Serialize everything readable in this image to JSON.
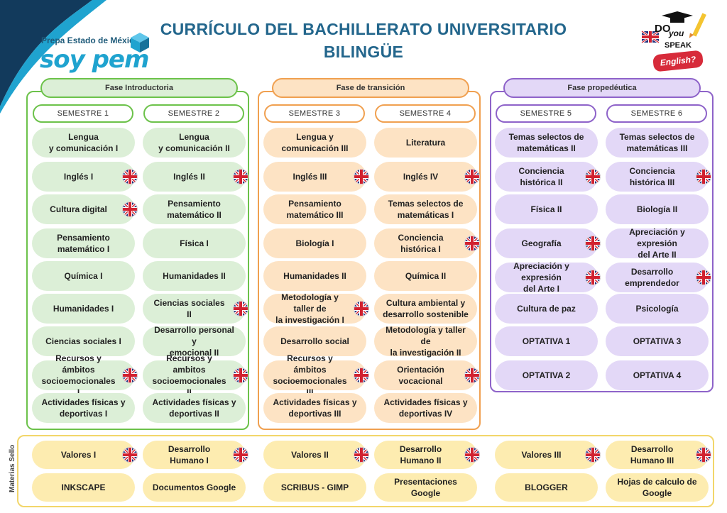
{
  "header": {
    "title_line1": "CURRÍCULO DEL BACHILLERATO UNIVERSITARIO",
    "title_line2": "BILINGÜE"
  },
  "logo": {
    "top_text": "Prepa Estado de México",
    "main_text": "soy pem"
  },
  "badge": {
    "do": "DO",
    "you": "you",
    "speak": "SPEAK",
    "english": "English?"
  },
  "colors": {
    "green": "#6cc24a",
    "orange": "#f0a050",
    "purple": "#8e63c9",
    "yellow": "#f2d66a",
    "title_blue": "#23668c"
  },
  "icons": {
    "flag": "uk-flag-icon",
    "logo": "cube-logo-icon"
  },
  "phases": [
    {
      "label": "Fase Introductoria",
      "semesters": [
        {
          "label": "SEMESTRE 1",
          "subjects": [
            {
              "name": "Lengua\ny comunicación I",
              "flag": false
            },
            {
              "name": "Inglés I",
              "flag": true
            },
            {
              "name": "Cultura digital",
              "flag": true
            },
            {
              "name": "Pensamiento\nmatemático I",
              "flag": false
            },
            {
              "name": "Química I",
              "flag": false
            },
            {
              "name": "Humanidades I",
              "flag": false
            },
            {
              "name": "Ciencias sociales I",
              "flag": false
            },
            {
              "name": "Recursos y ámbitos\nsocioemocionales I",
              "flag": true
            },
            {
              "name": "Actividades físicas y\ndeportivas I",
              "flag": false
            }
          ]
        },
        {
          "label": "SEMESTRE 2",
          "subjects": [
            {
              "name": "Lengua\ny comunicación II",
              "flag": false
            },
            {
              "name": "Inglés II",
              "flag": true
            },
            {
              "name": "Pensamiento\nmatemático II",
              "flag": false
            },
            {
              "name": "Física I",
              "flag": false
            },
            {
              "name": "Humanidades II",
              "flag": false
            },
            {
              "name": "Ciencias sociales II",
              "flag": true
            },
            {
              "name": "Desarrollo personal y\nemocional II",
              "flag": false
            },
            {
              "name": "Recursos y ambitos\nsocioemocionales II",
              "flag": true
            },
            {
              "name": "Actividades físicas y\ndeportivas II",
              "flag": false
            }
          ]
        }
      ]
    },
    {
      "label": "Fase de transición",
      "semesters": [
        {
          "label": "SEMESTRE 3",
          "subjects": [
            {
              "name": "Lengua y\ncomunicación III",
              "flag": false
            },
            {
              "name": "Inglés III",
              "flag": true
            },
            {
              "name": "Pensamiento\nmatemático III",
              "flag": false
            },
            {
              "name": "Biología I",
              "flag": false
            },
            {
              "name": "Humanidades II",
              "flag": false
            },
            {
              "name": "Metodología y taller de\nla investigación I",
              "flag": true
            },
            {
              "name": "Desarrollo social",
              "flag": false
            },
            {
              "name": "Recursos y ámbitos\nsocioemocionales III",
              "flag": true
            },
            {
              "name": "Actividades físicas y\ndeportivas III",
              "flag": false
            }
          ]
        },
        {
          "label": "SEMESTRE 4",
          "subjects": [
            {
              "name": "Literatura",
              "flag": false
            },
            {
              "name": "Inglés IV",
              "flag": true
            },
            {
              "name": "Temas selectos de\nmatemáticas I",
              "flag": false
            },
            {
              "name": "Conciencia\nhistórica I",
              "flag": true
            },
            {
              "name": "Química II",
              "flag": false
            },
            {
              "name": "Cultura ambiental y\ndesarrollo sostenible",
              "flag": false
            },
            {
              "name": "Metodología y taller de\nla investigación II",
              "flag": false
            },
            {
              "name": "Orientación\nvocacional",
              "flag": true
            },
            {
              "name": "Actividades físicas y\ndeportivas IV",
              "flag": false
            }
          ]
        }
      ]
    },
    {
      "label": "Fase propedéutica",
      "semesters": [
        {
          "label": "SEMESTRE 5",
          "subjects": [
            {
              "name": "Temas selectos de\nmatemáticas II",
              "flag": false
            },
            {
              "name": "Conciencia\nhistórica II",
              "flag": true
            },
            {
              "name": "Física II",
              "flag": false
            },
            {
              "name": "Geografía",
              "flag": true
            },
            {
              "name": "Apreciación y expresión\ndel Arte I",
              "flag": true
            },
            {
              "name": "Cultura de paz",
              "flag": false
            },
            {
              "name": "OPTATIVA 1",
              "flag": false
            },
            {
              "name": "OPTATIVA 2",
              "flag": false
            }
          ]
        },
        {
          "label": "SEMESTRE 6",
          "subjects": [
            {
              "name": "Temas selectos de\nmatemáticas III",
              "flag": false
            },
            {
              "name": "Conciencia\nhistórica III",
              "flag": true
            },
            {
              "name": "Biología II",
              "flag": false
            },
            {
              "name": "Apreciación y expresión\ndel Arte II",
              "flag": false
            },
            {
              "name": "Desarrollo\nemprendedor",
              "flag": true
            },
            {
              "name": "Psicología",
              "flag": false
            },
            {
              "name": "OPTATIVA 3",
              "flag": false
            },
            {
              "name": "OPTATIVA 4",
              "flag": false
            }
          ]
        }
      ]
    }
  ],
  "materias_sello": {
    "label": "Materias Sello",
    "row1": [
      {
        "name": "Valores I",
        "flag": true
      },
      {
        "name": "Desarrollo\nHumano I",
        "flag": true
      },
      {
        "name": "Valores II",
        "flag": true
      },
      {
        "name": "Desarrollo\nHumano II",
        "flag": true
      },
      {
        "name": "Valores III",
        "flag": true
      },
      {
        "name": "Desarrollo\nHumano III",
        "flag": true
      }
    ],
    "row2": [
      {
        "name": "INKSCAPE",
        "flag": false
      },
      {
        "name": "Documentos Google",
        "flag": false
      },
      {
        "name": "SCRIBUS - GIMP",
        "flag": false
      },
      {
        "name": "Presentaciones Google",
        "flag": false
      },
      {
        "name": "BLOGGER",
        "flag": false
      },
      {
        "name": "Hojas de calculo  de\nGoogle",
        "flag": false
      }
    ]
  }
}
